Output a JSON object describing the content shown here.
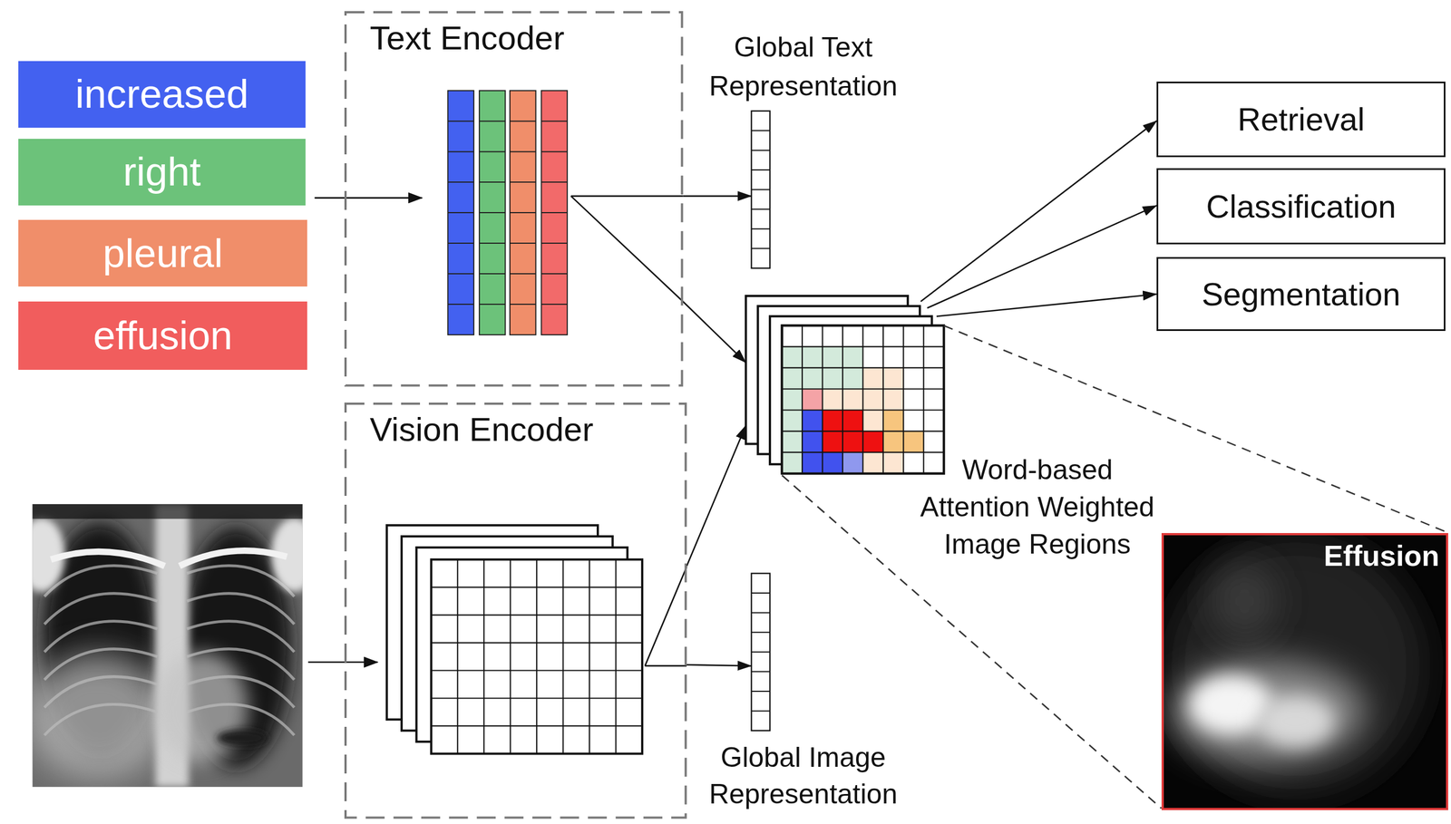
{
  "diagram": {
    "nodes": [
      {
        "text": [
          "increased"
        ]
      },
      {
        "text": [
          "right"
        ]
      },
      {
        "text": [
          "pleural"
        ]
      },
      {
        "text": [
          "effusion"
        ]
      },
      {
        "text": [
          "Text Encoder"
        ]
      },
      {
        "text": [
          "Vision Encoder"
        ]
      },
      {
        "text": [
          "Global Text Representation"
        ]
      },
      {
        "text": [
          "Global Image Representation"
        ]
      },
      {
        "text": [
          "Word-based Attention Weighted Image Regions"
        ]
      },
      {
        "text": [
          "Retrieval"
        ]
      },
      {
        "text": [
          "Classification"
        ]
      },
      {
        "text": [
          "Segmentation"
        ]
      },
      {
        "text": [
          "Effusion"
        ]
      }
    ],
    "edges": [
      {
        "from": 4,
        "to": 6,
        "arrow": "to"
      },
      {
        "from": 4,
        "to": 8,
        "arrow": "to"
      },
      {
        "from": 5,
        "to": 7,
        "arrow": "to"
      },
      {
        "from": 5,
        "to": 8,
        "arrow": "to"
      },
      {
        "from": 8,
        "to": 9,
        "arrow": "to"
      },
      {
        "from": 8,
        "to": 10,
        "arrow": "to"
      },
      {
        "from": 8,
        "to": 11,
        "arrow": "to"
      },
      {
        "from": 8,
        "to": 12,
        "arrow": "none"
      }
    ]
  }
}
